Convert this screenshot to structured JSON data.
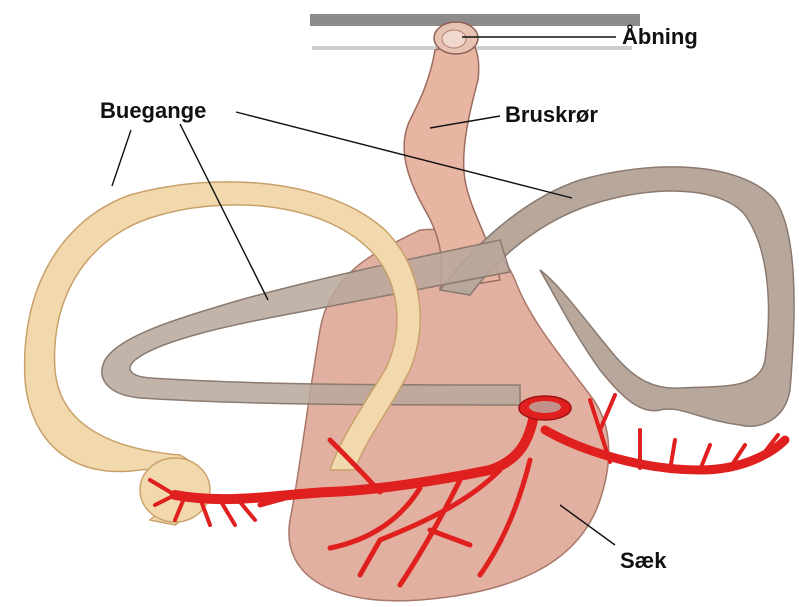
{
  "labels": {
    "opening": "Åbning",
    "semicircular_canals": "Buegange",
    "cartilage_tube": "Bruskrør",
    "sac": "Sæk"
  },
  "colors": {
    "background": "#ffffff",
    "tube_pink": "#e8b5a2",
    "sac_pink": "#e2b0a0",
    "canal_gray": "#b8a79b",
    "canal_gray_edge": "#8a7a70",
    "ring_cream": "#f2d9ad",
    "ring_cream_edge": "#c9a06a",
    "vessels_red": "#e0201f",
    "leader_line": "#111111",
    "bar_gray": "#8a8a8a"
  }
}
